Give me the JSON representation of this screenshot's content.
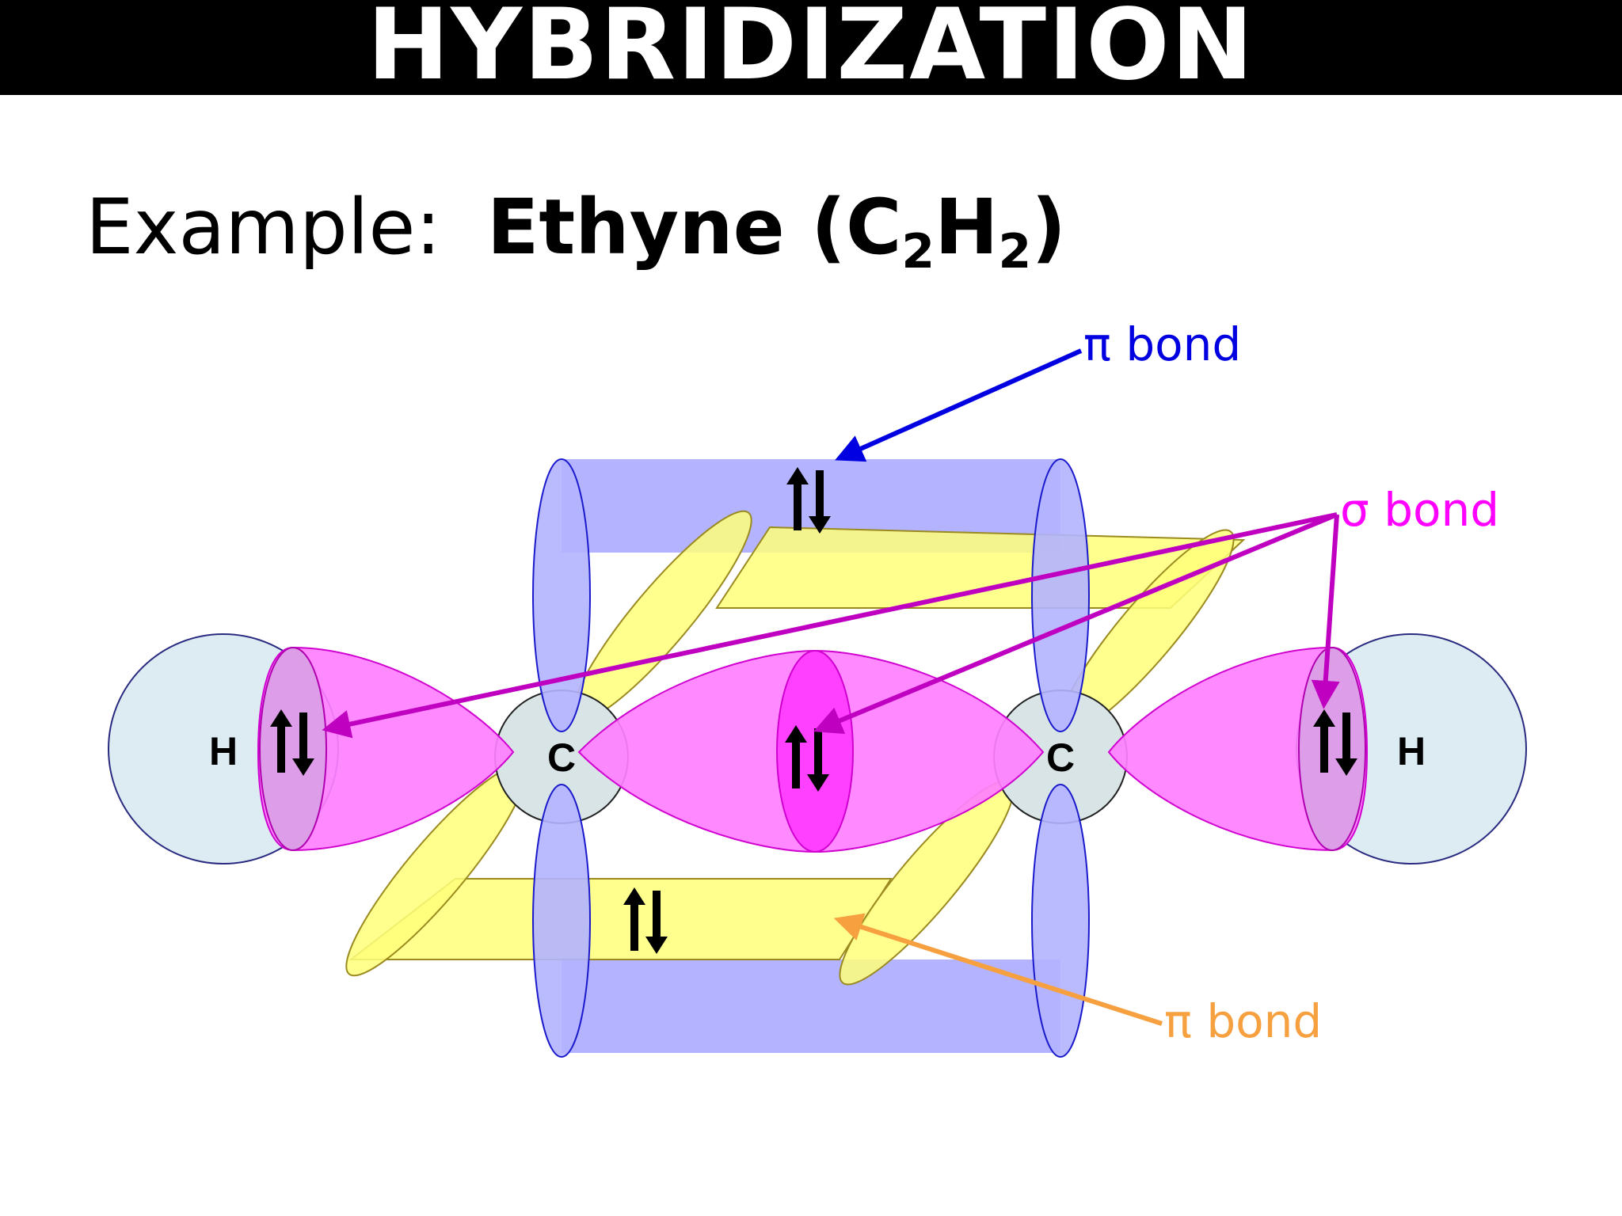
{
  "title": "HYBRIDIZATION",
  "subtitle": {
    "prefix": "Example:",
    "compound_name": "Ethyne",
    "open_paren": "(",
    "c": "C",
    "c_count": "2",
    "h": "H",
    "h_count": "2",
    "close_paren": ")"
  },
  "atoms": {
    "h_left": "H",
    "c_left": "C",
    "c_right": "C",
    "h_right": "H"
  },
  "labels": {
    "pi_bond_top": "π bond",
    "sigma_bond": "σ bond",
    "pi_bond_bottom": "π bond"
  },
  "colors": {
    "pi_top_label": "#0000e0",
    "sigma_label": "#ff00ff",
    "pi_bottom_label": "#f7a040",
    "pi_top_orbital": "#b3b3ff",
    "pi_bottom_orbital": "#ffff7a",
    "sigma_orbital": "#ff80ff",
    "hydrogen_s_orbital": "#dcecf2",
    "carbon_core": "#d9e4e6"
  }
}
